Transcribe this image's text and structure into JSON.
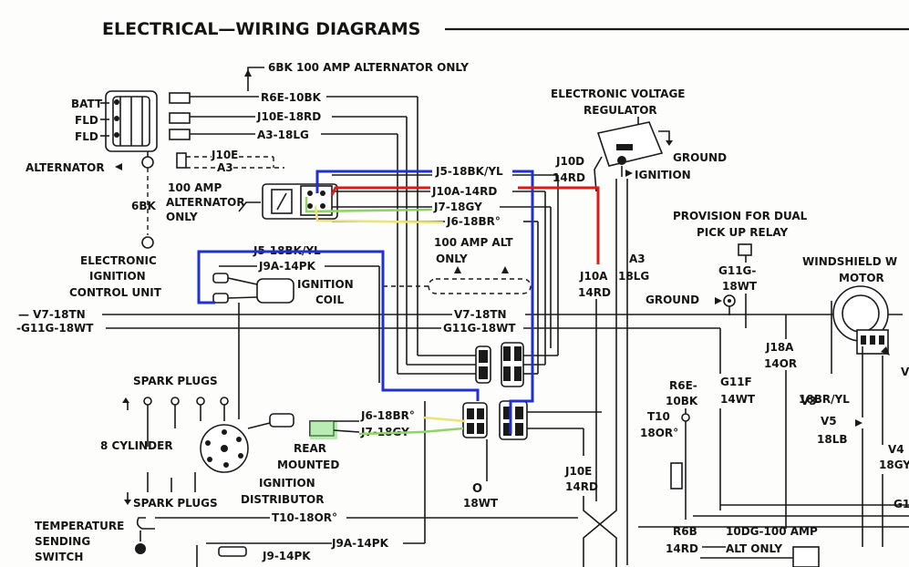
{
  "title": "ELECTRICAL—WIRING DIAGRAMS",
  "labels": {
    "alt_only_top": "6BK 100 AMP ALTERNATOR ONLY",
    "batt": "BATT",
    "fld1": "FLD",
    "fld2": "FLD",
    "alternator": "ALTERNATOR",
    "w_r6e": "R6E-10BK",
    "w_j10e": "J10E-18RD",
    "w_a3": "A3-18LG",
    "j10e_short": "J10E",
    "a3_short": "A3",
    "alt100_1": "100 AMP",
    "alt100_2": "ALTERNATOR",
    "alt100_3": "ONLY",
    "sixbk": "6BK",
    "eicu1": "ELECTRONIC",
    "eicu2": "IGNITION",
    "eicu3": "CONTROL UNIT",
    "w_j5_top": "J5-18BK/YL",
    "w_j10a": "J10A-14RD",
    "w_j7_top": "J7-18GY",
    "w_j6_top": "J6-18BR°",
    "alt_only_mid1": "100 AMP ALT",
    "alt_only_mid2": "ONLY",
    "w_j5_mid": "J5-18BK/YL",
    "w_j9a_mid": "J9A-14PK",
    "coil1": "IGNITION",
    "coil2": "COIL",
    "w_v7_left": "— V7-18TN",
    "w_g11g_left": "-G11G-18WT",
    "w_v7_mid": "V7-18TN",
    "w_g11g_mid": "G11G-18WT",
    "spark_top": "SPARK PLUGS",
    "eight_cyl": "8 CYLINDER",
    "spark_bot": "SPARK PLUGS",
    "w_j6_low": "J6-18BR°",
    "w_j7_low": "J7-18GY",
    "rear1": "REAR",
    "rear2": "MOUNTED",
    "dist1": "IGNITION",
    "dist2": "DISTRIBUTOR",
    "o_18wt_1": "O",
    "o_18wt_2": "18WT",
    "temp1": "TEMPERATURE",
    "temp2": "SENDING",
    "temp3": "SWITCH",
    "w_t10": "T10-18OR°",
    "w_j9a_bot": "J9A-14PK",
    "w_j9_bot": "J9-14PK",
    "evr1": "ELECTRONIC VOLTAGE",
    "evr2": "REGULATOR",
    "ground1": "GROUND",
    "ignition_r": "IGNITION",
    "j10d_1": "J10D",
    "j10d_2": "14RD",
    "prov1": "PROVISION FOR DUAL",
    "prov2": "PICK UP RELAY",
    "j10a_v1": "J10A",
    "j10a_v2": "14RD",
    "a3_v1": "A3",
    "a3_v2": "18LG",
    "g11g_v1": "G11G-",
    "g11g_v2": "18WT",
    "ground2": "GROUND",
    "ws1": "WINDSHIELD W",
    "ws2": "MOTOR",
    "j18a_1": "J18A",
    "j18a_2": "14OR",
    "r6e_v1": "R6E-",
    "r6e_v2": "10BK",
    "g11f_1": "G11F",
    "g11f_2": "14WT",
    "t10_v1": "T10",
    "t10_v2": "18OR°",
    "v3_1": "V3-",
    "v3_2": "18BR/YL",
    "v5_1": "V5",
    "v5_2": "18LB",
    "v4_1": "V4",
    "v4_2": "18GY",
    "j10e_v1": "J10E",
    "j10e_v2": "14RD",
    "r6b_1": "R6B",
    "r6b_2": "14RD",
    "ten_dg1": "10DG-100 AMP",
    "ten_dg2": "ALT ONLY",
    "g1_cut": "G1",
    "v_cut": "V"
  },
  "colors": {
    "annotation_blue": "#1f2fd0",
    "annotation_red": "#e01818",
    "annotation_green": "#8fd46a",
    "annotation_yellow": "#eee27a"
  }
}
